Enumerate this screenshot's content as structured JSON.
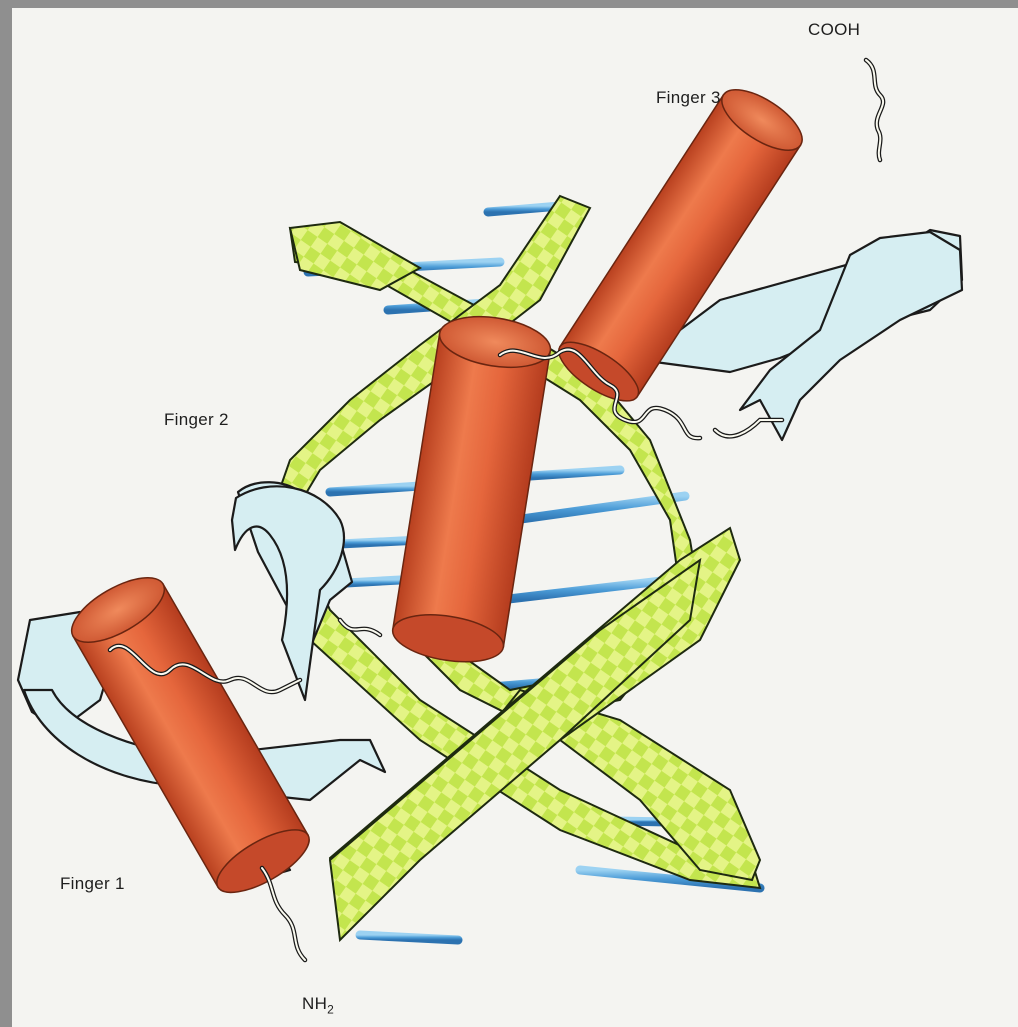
{
  "labels": {
    "cooh": "COOH",
    "finger3": "Finger 3",
    "finger2": "Finger 2",
    "finger1": "Finger 1",
    "nh2_main": "NH",
    "nh2_sub": "2"
  },
  "colors": {
    "helix": "#e0643a",
    "helix_dark": "#b8401f",
    "dna_backbone": "#a9d83a",
    "dna_backbone_light": "#d8ef6a",
    "base_pair": "#5aa8dd",
    "beta_strand": "#d6eef2",
    "background": "#f4f4f1",
    "border": "#8f8f8f"
  }
}
